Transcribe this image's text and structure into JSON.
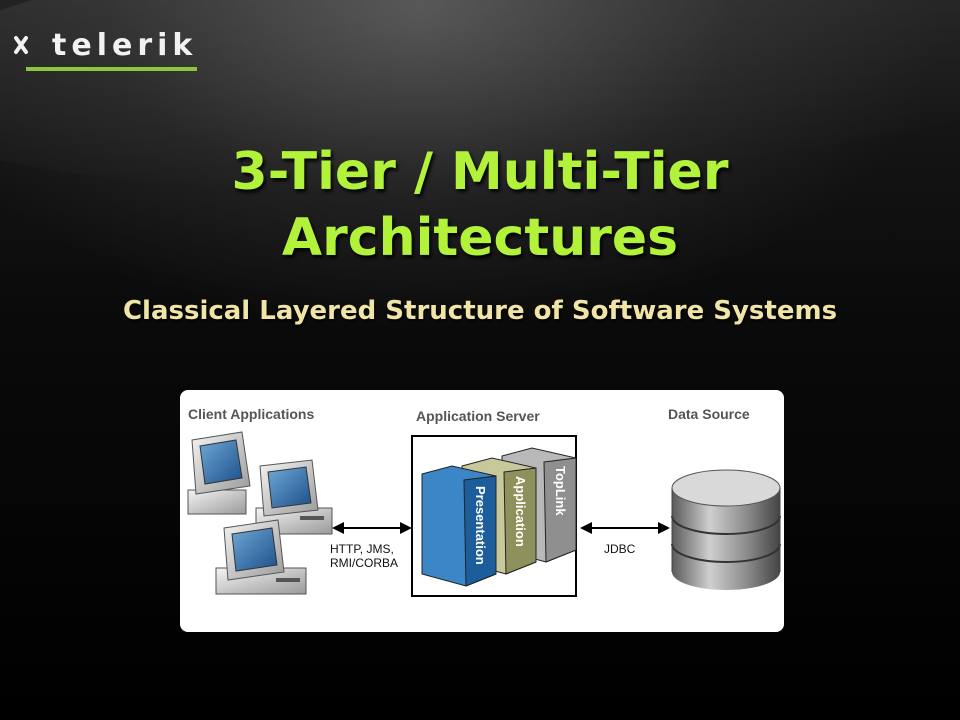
{
  "logo": {
    "text": "telerik"
  },
  "title": {
    "line1": "3-Tier / Multi-Tier",
    "line2": "Architectures"
  },
  "subtitle": "Classical Layered Structure of Software Systems",
  "diagram": {
    "client_label": "Client Applications",
    "server_label": "Application Server",
    "data_label": "Data Source",
    "protocol_line1": "HTTP, JMS,",
    "protocol_line2": "RMI/CORBA",
    "db_protocol": "JDBC",
    "layers": [
      "Presentation",
      "Application",
      "TopLink"
    ]
  },
  "colors": {
    "title": "#b3f23a",
    "subtitle": "#f0e5a6",
    "accent": "#8cc63f"
  }
}
